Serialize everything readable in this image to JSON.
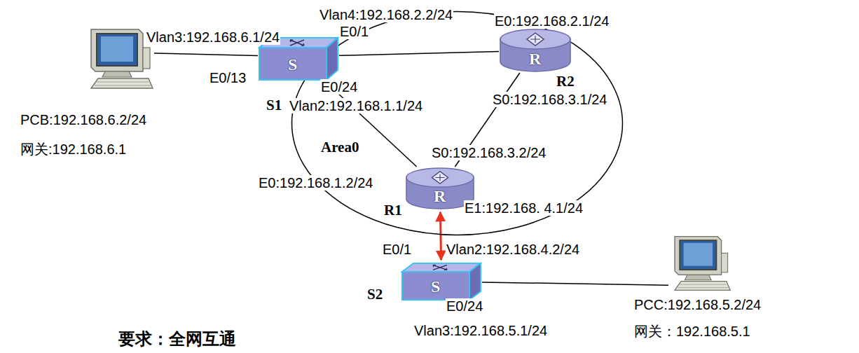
{
  "diagram": {
    "nodes": [
      {
        "text": [
          "Area0"
        ]
      },
      {
        "text": [
          "S",
          "S1"
        ]
      },
      {
        "text": [
          "R",
          "R2"
        ],
        "in": 0
      },
      {
        "text": [
          "R",
          "R1"
        ],
        "in": 0
      },
      {
        "text": [
          "S",
          "S2"
        ]
      },
      {
        "text": [
          "PCB:192.168.6.2/24",
          "网关:192.168.6.1"
        ]
      },
      {
        "text": [
          "PCC:192.168.5.2/24",
          "网关：192.168.5.1"
        ]
      }
    ],
    "edges": [
      {
        "from": 5,
        "to": 1,
        "arrow": "none"
      },
      {
        "from": 1,
        "to": 2,
        "arrow": "none"
      },
      {
        "from": 1,
        "to": 3,
        "arrow": "none"
      },
      {
        "from": 2,
        "to": 3,
        "arrow": "none"
      },
      {
        "from": 3,
        "to": 4,
        "arrow": "both"
      },
      {
        "from": 4,
        "to": 6,
        "arrow": "none"
      }
    ],
    "labels": [
      "Vlan3:192.168.6.1/24",
      "E0/13",
      "Vlan4:192.168.2.2/24",
      "E0/1",
      "E0/24",
      "Vlan2:192.168.1.1/24",
      "E0:192.168.2.1/24",
      "S0:192.168.3.1/24",
      "S0:192.168.3.2/24",
      "E0:192.168.1.2/24",
      "E1:192.168. 4.1/24",
      "E0/1",
      "Vlan2:192.168.4.2/24",
      "E0/24",
      "Vlan3:192.168.5.1/24",
      "要求：全网互通"
    ]
  }
}
